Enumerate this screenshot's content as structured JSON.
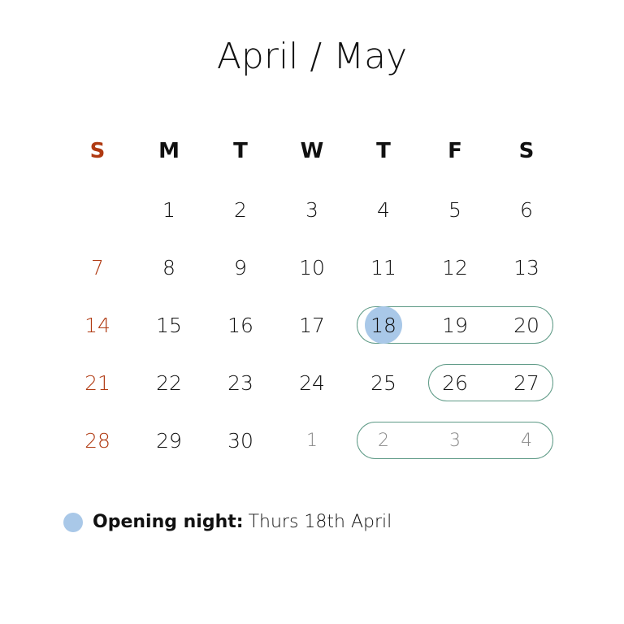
{
  "title": "April / May",
  "weekdays": [
    "S",
    "M",
    "T",
    "W",
    "T",
    "F",
    "S"
  ],
  "weeks": [
    [
      null,
      "1",
      "2",
      "3",
      "4",
      "5",
      "6"
    ],
    [
      "7",
      "8",
      "9",
      "10",
      "11",
      "12",
      "13"
    ],
    [
      "14",
      "15",
      "16",
      "17",
      "18",
      "19",
      "20"
    ],
    [
      "21",
      "22",
      "23",
      "24",
      "25",
      "26",
      "27"
    ],
    [
      "28",
      "29",
      "30",
      "1",
      "2",
      "3",
      "4"
    ]
  ],
  "next_month_cells": [
    [
      4,
      3
    ],
    [
      4,
      4
    ],
    [
      4,
      5
    ],
    [
      4,
      6
    ]
  ],
  "highlighted_ranges": [
    {
      "week": 2,
      "from": 4,
      "to": 6
    },
    {
      "week": 3,
      "from": 5,
      "to": 6
    },
    {
      "week": 4,
      "from": 4,
      "to": 6
    }
  ],
  "opening_night_cell": {
    "week": 2,
    "col": 4
  },
  "colors": {
    "sunday": "#b03a12",
    "highlight": "#a9c8e8",
    "range_border": "#5e9a86",
    "muted": "#888888"
  },
  "legend": {
    "label": "Opening night:",
    "value": "Thurs 18th April"
  }
}
